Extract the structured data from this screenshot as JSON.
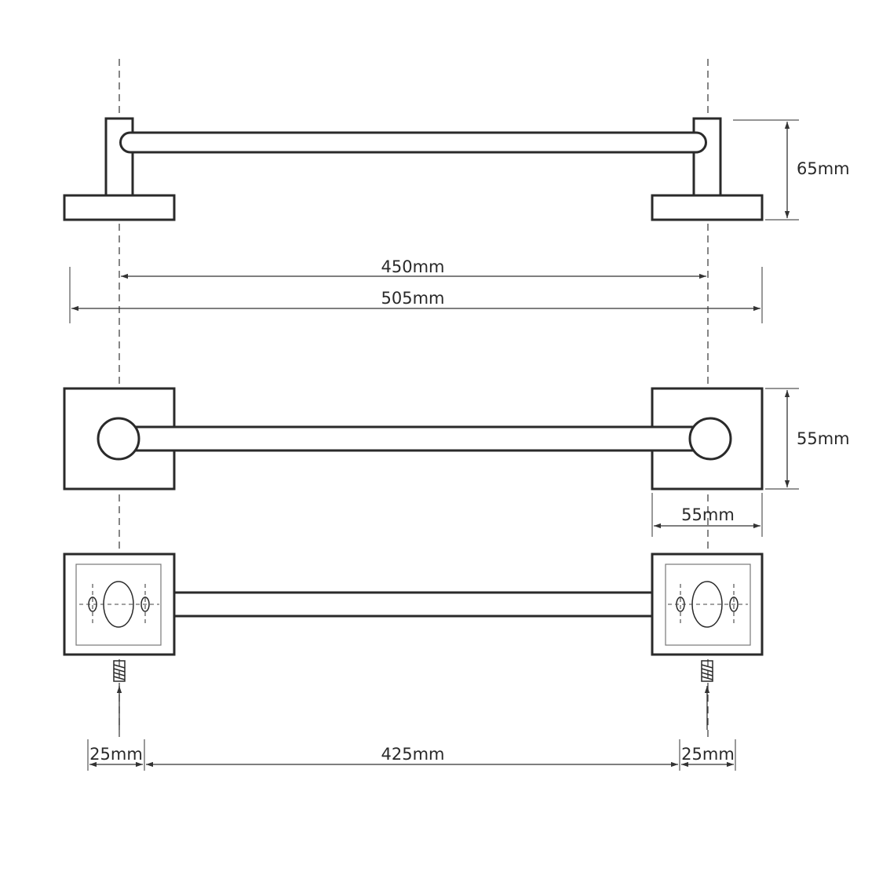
{
  "dimensions": {
    "height_side": "65mm",
    "center_distance": "450mm",
    "overall_length": "505mm",
    "plate_height": "55mm",
    "plate_width": "55mm",
    "edge_left": "25mm",
    "hole_spacing": "425mm",
    "edge_right": "25mm"
  },
  "colors": {
    "line": "#2a2a2a",
    "background": "#ffffff"
  }
}
